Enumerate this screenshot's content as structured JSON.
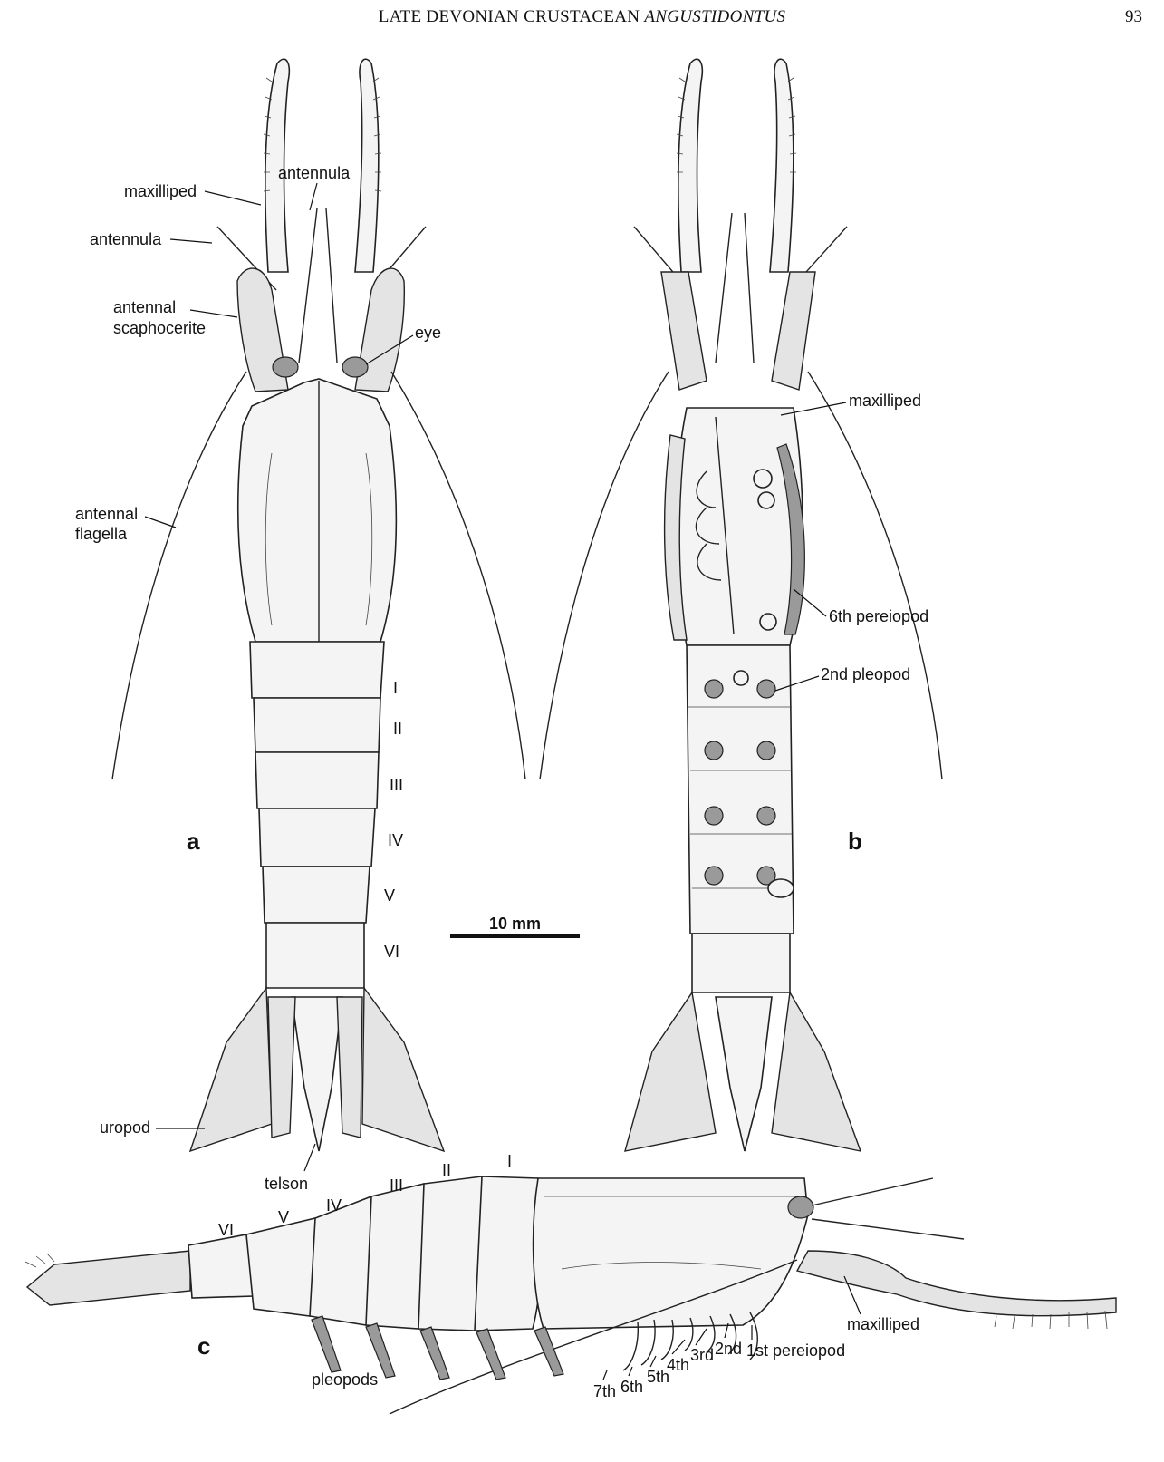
{
  "header": {
    "running_title_prefix": "LATE DEVONIAN CRUSTACEAN ",
    "running_title_italic": "ANGUSTIDONTUS",
    "page_number": "93"
  },
  "figure": {
    "panels": {
      "a": "a",
      "b": "b",
      "c": "c"
    },
    "scale_bar": "10 mm",
    "labels_a": {
      "maxilliped": "maxilliped",
      "antennula_top": "antennula",
      "antennula_left": "antennula",
      "antennal_scaphocerite_1": "antennal",
      "antennal_scaphocerite_2": "scaphocerite",
      "eye": "eye",
      "antennal_flagella_1": "antennal",
      "antennal_flagella_2": "flagella",
      "uropod": "uropod",
      "telson": "telson",
      "segments": [
        "I",
        "II",
        "III",
        "IV",
        "V",
        "VI"
      ]
    },
    "labels_b": {
      "maxilliped": "maxilliped",
      "pereiopod6": "6th pereiopod",
      "pleopod2": "2nd pleopod"
    },
    "labels_c": {
      "segments": [
        "I",
        "II",
        "III",
        "IV",
        "V",
        "VI"
      ],
      "maxilliped": "maxilliped",
      "pleopods": "pleopods",
      "pereiopods": [
        "1st pereiopod",
        "2nd",
        "3rd",
        "4th",
        "5th",
        "6th",
        "7th"
      ]
    }
  }
}
